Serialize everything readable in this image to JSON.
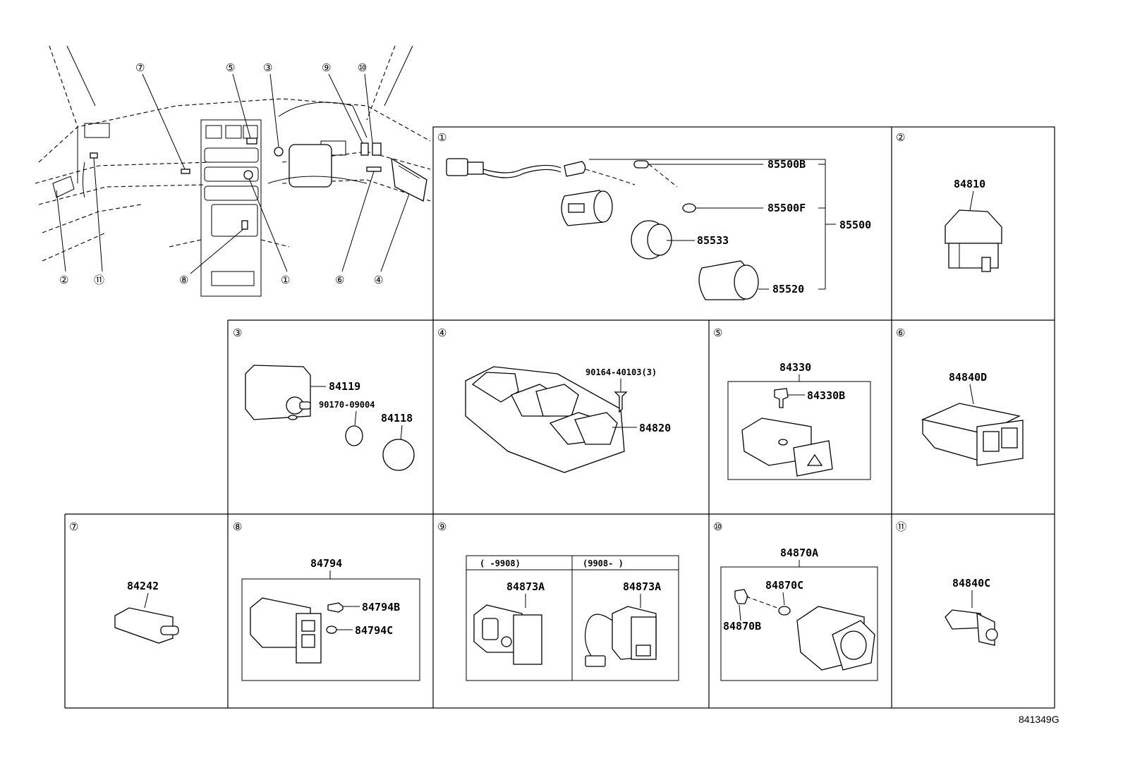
{
  "overview": {
    "callouts": [
      "⑦",
      "⑤",
      "③",
      "⑨",
      "⑩",
      "②",
      "⑪",
      "⑧",
      "①",
      "⑥",
      "④"
    ]
  },
  "panels": {
    "p1": {
      "num": "①",
      "parts": [
        "85500B",
        "85500F",
        "85500",
        "85533",
        "85520"
      ]
    },
    "p2": {
      "num": "②",
      "parts": [
        "84810"
      ]
    },
    "p3": {
      "num": "③",
      "parts": [
        "84119",
        "90170-09004",
        "84118"
      ]
    },
    "p4": {
      "num": "④",
      "parts": [
        "90164-40103(3)",
        "84820"
      ]
    },
    "p5": {
      "num": "⑤",
      "parts": [
        "84330",
        "84330B"
      ]
    },
    "p6": {
      "num": "⑥",
      "parts": [
        "84840D"
      ]
    },
    "p7": {
      "num": "⑦",
      "parts": [
        "84242"
      ]
    },
    "p8": {
      "num": "⑧",
      "parts": [
        "84794",
        "84794B",
        "84794C"
      ]
    },
    "p9": {
      "num": "⑨",
      "left_header": "(     -9908)",
      "right_header": "(9908-     )",
      "parts": [
        "84873A",
        "84873A"
      ]
    },
    "p10": {
      "num": "⑩",
      "parts": [
        "84870A",
        "84870C",
        "84870B"
      ]
    },
    "p11": {
      "num": "⑪",
      "parts": [
        "84840C"
      ]
    }
  },
  "figure_id": "841349G"
}
